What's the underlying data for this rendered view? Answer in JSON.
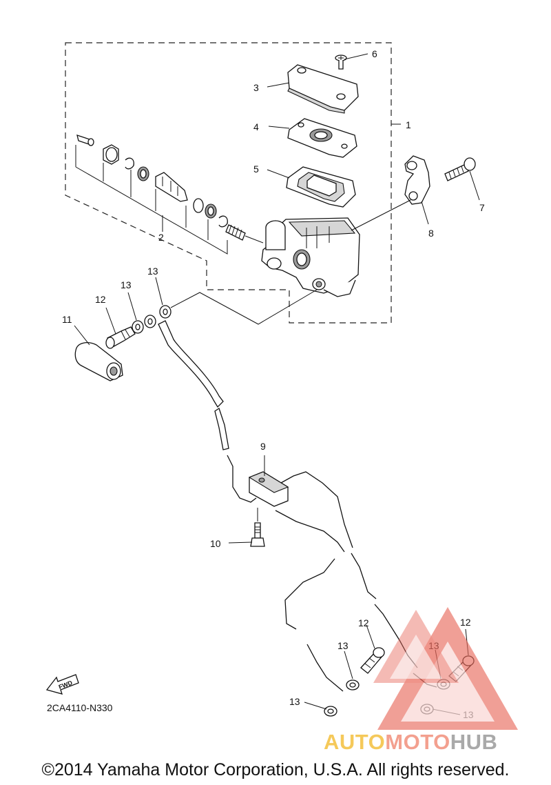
{
  "diagram": {
    "code": "2CA4110-N330",
    "fwd_label": "FWD",
    "callouts": [
      "1",
      "2",
      "3",
      "4",
      "5",
      "6",
      "7",
      "8",
      "9",
      "10",
      "11",
      "12",
      "13"
    ],
    "callout_labels": {
      "c1": "1",
      "c2": "2",
      "c3": "3",
      "c4": "4",
      "c5": "5",
      "c6": "6",
      "c7": "7",
      "c8": "8",
      "c9": "9",
      "c10": "10",
      "c11": "11",
      "c12a": "12",
      "c12b": "12",
      "c12c": "12",
      "c13a": "13",
      "c13b": "13",
      "c13c": "13",
      "c13d": "13",
      "c13e": "13",
      "c13f": "13"
    }
  },
  "watermark": {
    "brand_parts": [
      "AUTO",
      "MOTO",
      "HUB"
    ],
    "colors": {
      "auto": "#f5c95a",
      "moto": "#f3a08f",
      "hub": "#a9a9a9",
      "triangle": "#e8685a"
    }
  },
  "footer": {
    "copyright": "©2014 Yamaha Motor Corporation, U.S.A. All rights reserved."
  }
}
